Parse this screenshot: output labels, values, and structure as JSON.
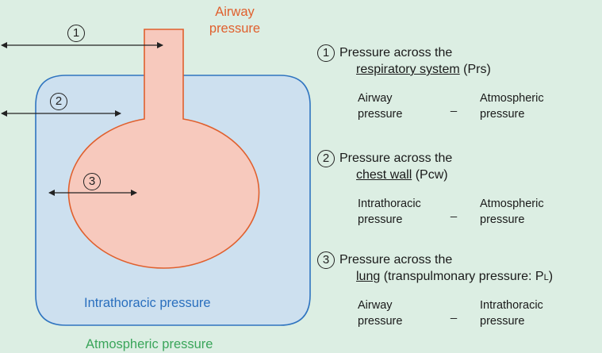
{
  "colors": {
    "background": "#dceee3",
    "thorax_fill": "#cde0ef",
    "thorax_stroke": "#2f74c0",
    "lung_fill": "#f7c9bd",
    "lung_stroke": "#e0602e",
    "airway_label": "#e0602e",
    "intrathoracic_label": "#2a6fbe",
    "atmospheric_label": "#3aa55a"
  },
  "labels": {
    "airway_line1": "Airway",
    "airway_line2": "pressure",
    "intrathoracic": "Intrathoracic pressure",
    "atmospheric": "Atmospheric pressure"
  },
  "markers": [
    "1",
    "2",
    "3"
  ],
  "items": [
    {
      "number": "1",
      "title": "Pressure across the",
      "subject": "respiratory system",
      "suffix": " (Prs)",
      "left_line1": "Airway",
      "left_line2": "pressure",
      "operator": "_",
      "right_line1": "Atmospheric",
      "right_line2": "pressure"
    },
    {
      "number": "2",
      "title": "Pressure across the",
      "subject": "chest wall",
      "suffix": " (Pcw)",
      "left_line1": "Intrathoracic",
      "left_line2": "pressure",
      "operator": "_",
      "right_line1": "Atmospheric",
      "right_line2": "pressure"
    },
    {
      "number": "3",
      "title": "Pressure across the",
      "subject": "lung",
      "suffix_main": " (transpulmonary pressure: P",
      "suffix_sub": "L",
      "suffix_end": ")",
      "left_line1": "Airway",
      "left_line2": "pressure",
      "operator": "_",
      "right_line1": "Intrathoracic",
      "right_line2": "pressure"
    }
  ]
}
